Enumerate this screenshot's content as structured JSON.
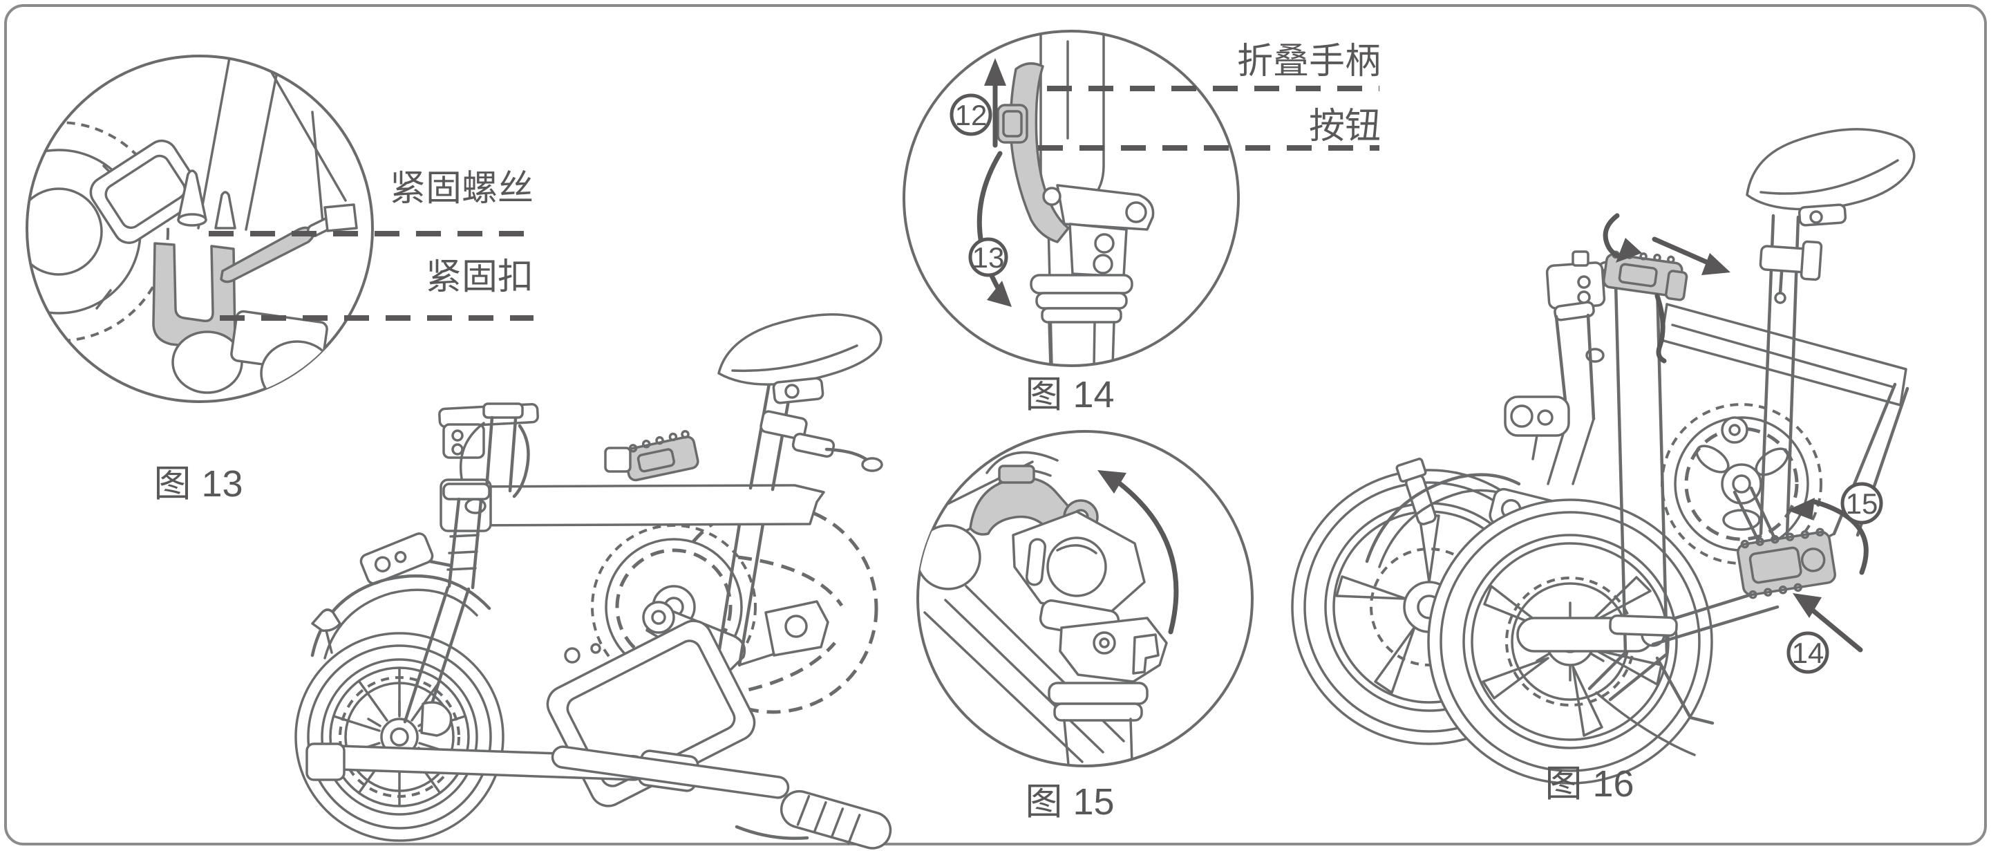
{
  "page": {
    "background": "#ffffff",
    "border_color": "#8b8b8b",
    "line_color": "#6a6b6c",
    "text_color": "#595757",
    "highlight_fill": "#c9cac9"
  },
  "figures": {
    "fig13": {
      "caption": "图 13",
      "label_screw": "紧固螺丝",
      "label_buckle": "紧固扣"
    },
    "fig14": {
      "caption": "图 14",
      "label_handle": "折叠手柄",
      "label_button": "按钮",
      "step_12": "12",
      "step_13": "13"
    },
    "fig15": {
      "caption": "图 15"
    },
    "fig16": {
      "caption": "图 16",
      "step_14": "14",
      "step_15": "15"
    }
  }
}
